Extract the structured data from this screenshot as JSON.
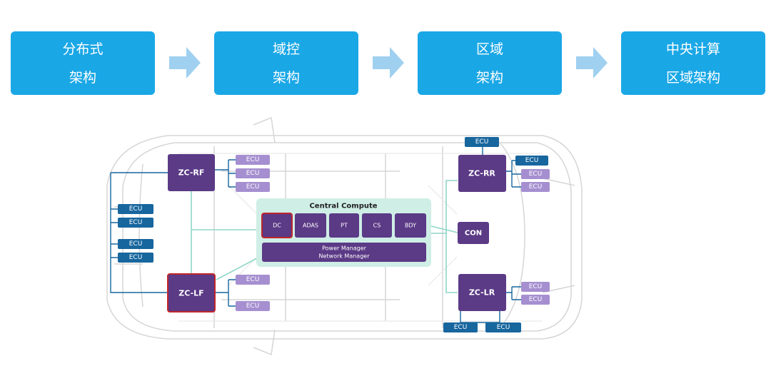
{
  "stages": [
    {
      "line1": "分布式",
      "line2": "架构"
    },
    {
      "line1": "域控",
      "line2": "架构"
    },
    {
      "line1": "区域",
      "line2": "架构"
    },
    {
      "line1": "中央计算",
      "line2": "区域架构"
    }
  ],
  "colors": {
    "stage_bg": "#1aa7e6",
    "arrow": "#9fd0f0",
    "zone": "#5b3a86",
    "zone_highlight": "#c0262c",
    "ecu_dark": "#17669e",
    "ecu_light": "#a58fd0",
    "central_bg": "#cfeee6",
    "link": "#8fd6c8"
  },
  "diagram": {
    "zc_rf": "ZC-RF",
    "zc_lf": "ZC-LF",
    "zc_rr": "ZC-RR",
    "zc_lr": "ZC-LR",
    "con": "CON",
    "central_title": "Central Compute",
    "modules": [
      "DC",
      "ADAS",
      "PT",
      "CS",
      "BDY"
    ],
    "manager_line1": "Power Manager",
    "manager_line2": "Network Manager",
    "ecu": "ECU"
  }
}
